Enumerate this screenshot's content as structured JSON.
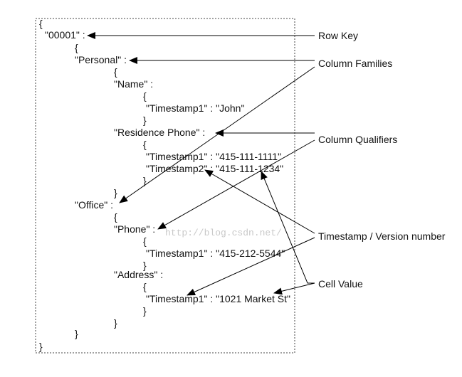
{
  "document": {
    "lines": [
      "{",
      "\"00001\" :",
      "{",
      "\"Personal\" :",
      "{",
      "\"Name\" :",
      "{",
      "\"Timestamp1\" : \"John\"",
      "}",
      "\"Residence Phone\" :",
      "{",
      "\"Timestamp1\" : \"415-111-1111\"",
      "\"Timestamp2\" : \"415-111-1234\"",
      "}",
      "}",
      "\"Office\" :",
      "{",
      "\"Phone\" :",
      "{",
      "\"Timestamp1\" : \"415-212-5544\"",
      "}",
      "\"Address\" :",
      "{",
      "\"Timestamp1\" : \"1021 Market St\"",
      "}",
      "}",
      "}",
      "}"
    ]
  },
  "labels": {
    "row_key": "Row Key",
    "column_families": "Column Families",
    "column_qualifiers": "Column Qualifiers",
    "timestamp_version": "Timestamp / Version number",
    "cell_value": "Cell Value"
  },
  "watermark": "http://blog.csdn.net/"
}
